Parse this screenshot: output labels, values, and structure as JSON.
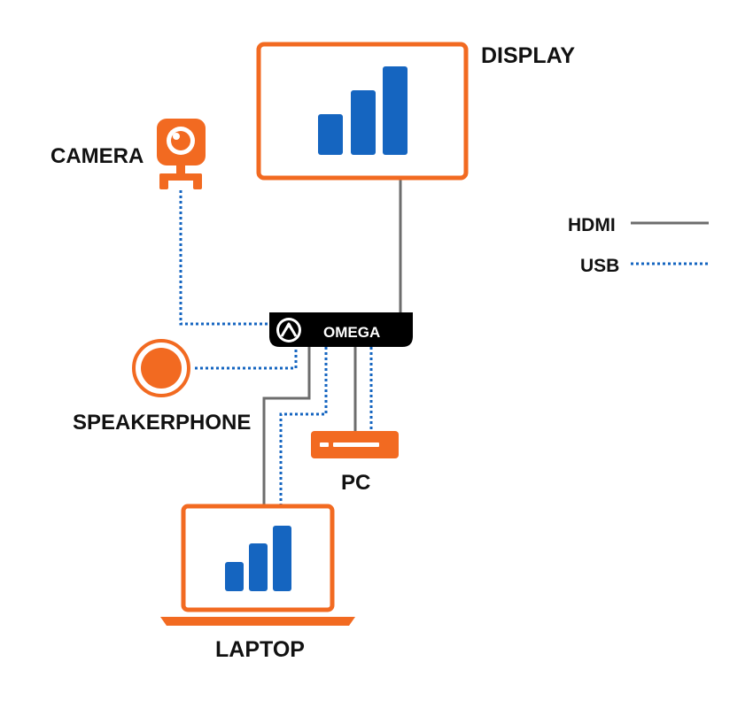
{
  "labels": {
    "display": "DISPLAY",
    "camera": "CAMERA",
    "speakerphone": "SPEAKERPHONE",
    "pc": "PC",
    "laptop": "LAPTOP",
    "hub": "OMEGA"
  },
  "legend": {
    "hdmi": "HDMI",
    "usb": "USB"
  },
  "colors": {
    "device_orange": "#f26a21",
    "screen_blue": "#1565c0",
    "hdmi_gray": "#6d6d6d",
    "usb_blue": "#1565c0",
    "hub_black": "#000000"
  },
  "icons": {
    "display": "monitor-with-bar-chart-icon",
    "camera": "webcam-icon",
    "speakerphone": "speakerphone-icon",
    "pc": "pc-box-icon",
    "laptop": "laptop-with-bar-chart-icon",
    "hub": "omega-logo-icon"
  }
}
